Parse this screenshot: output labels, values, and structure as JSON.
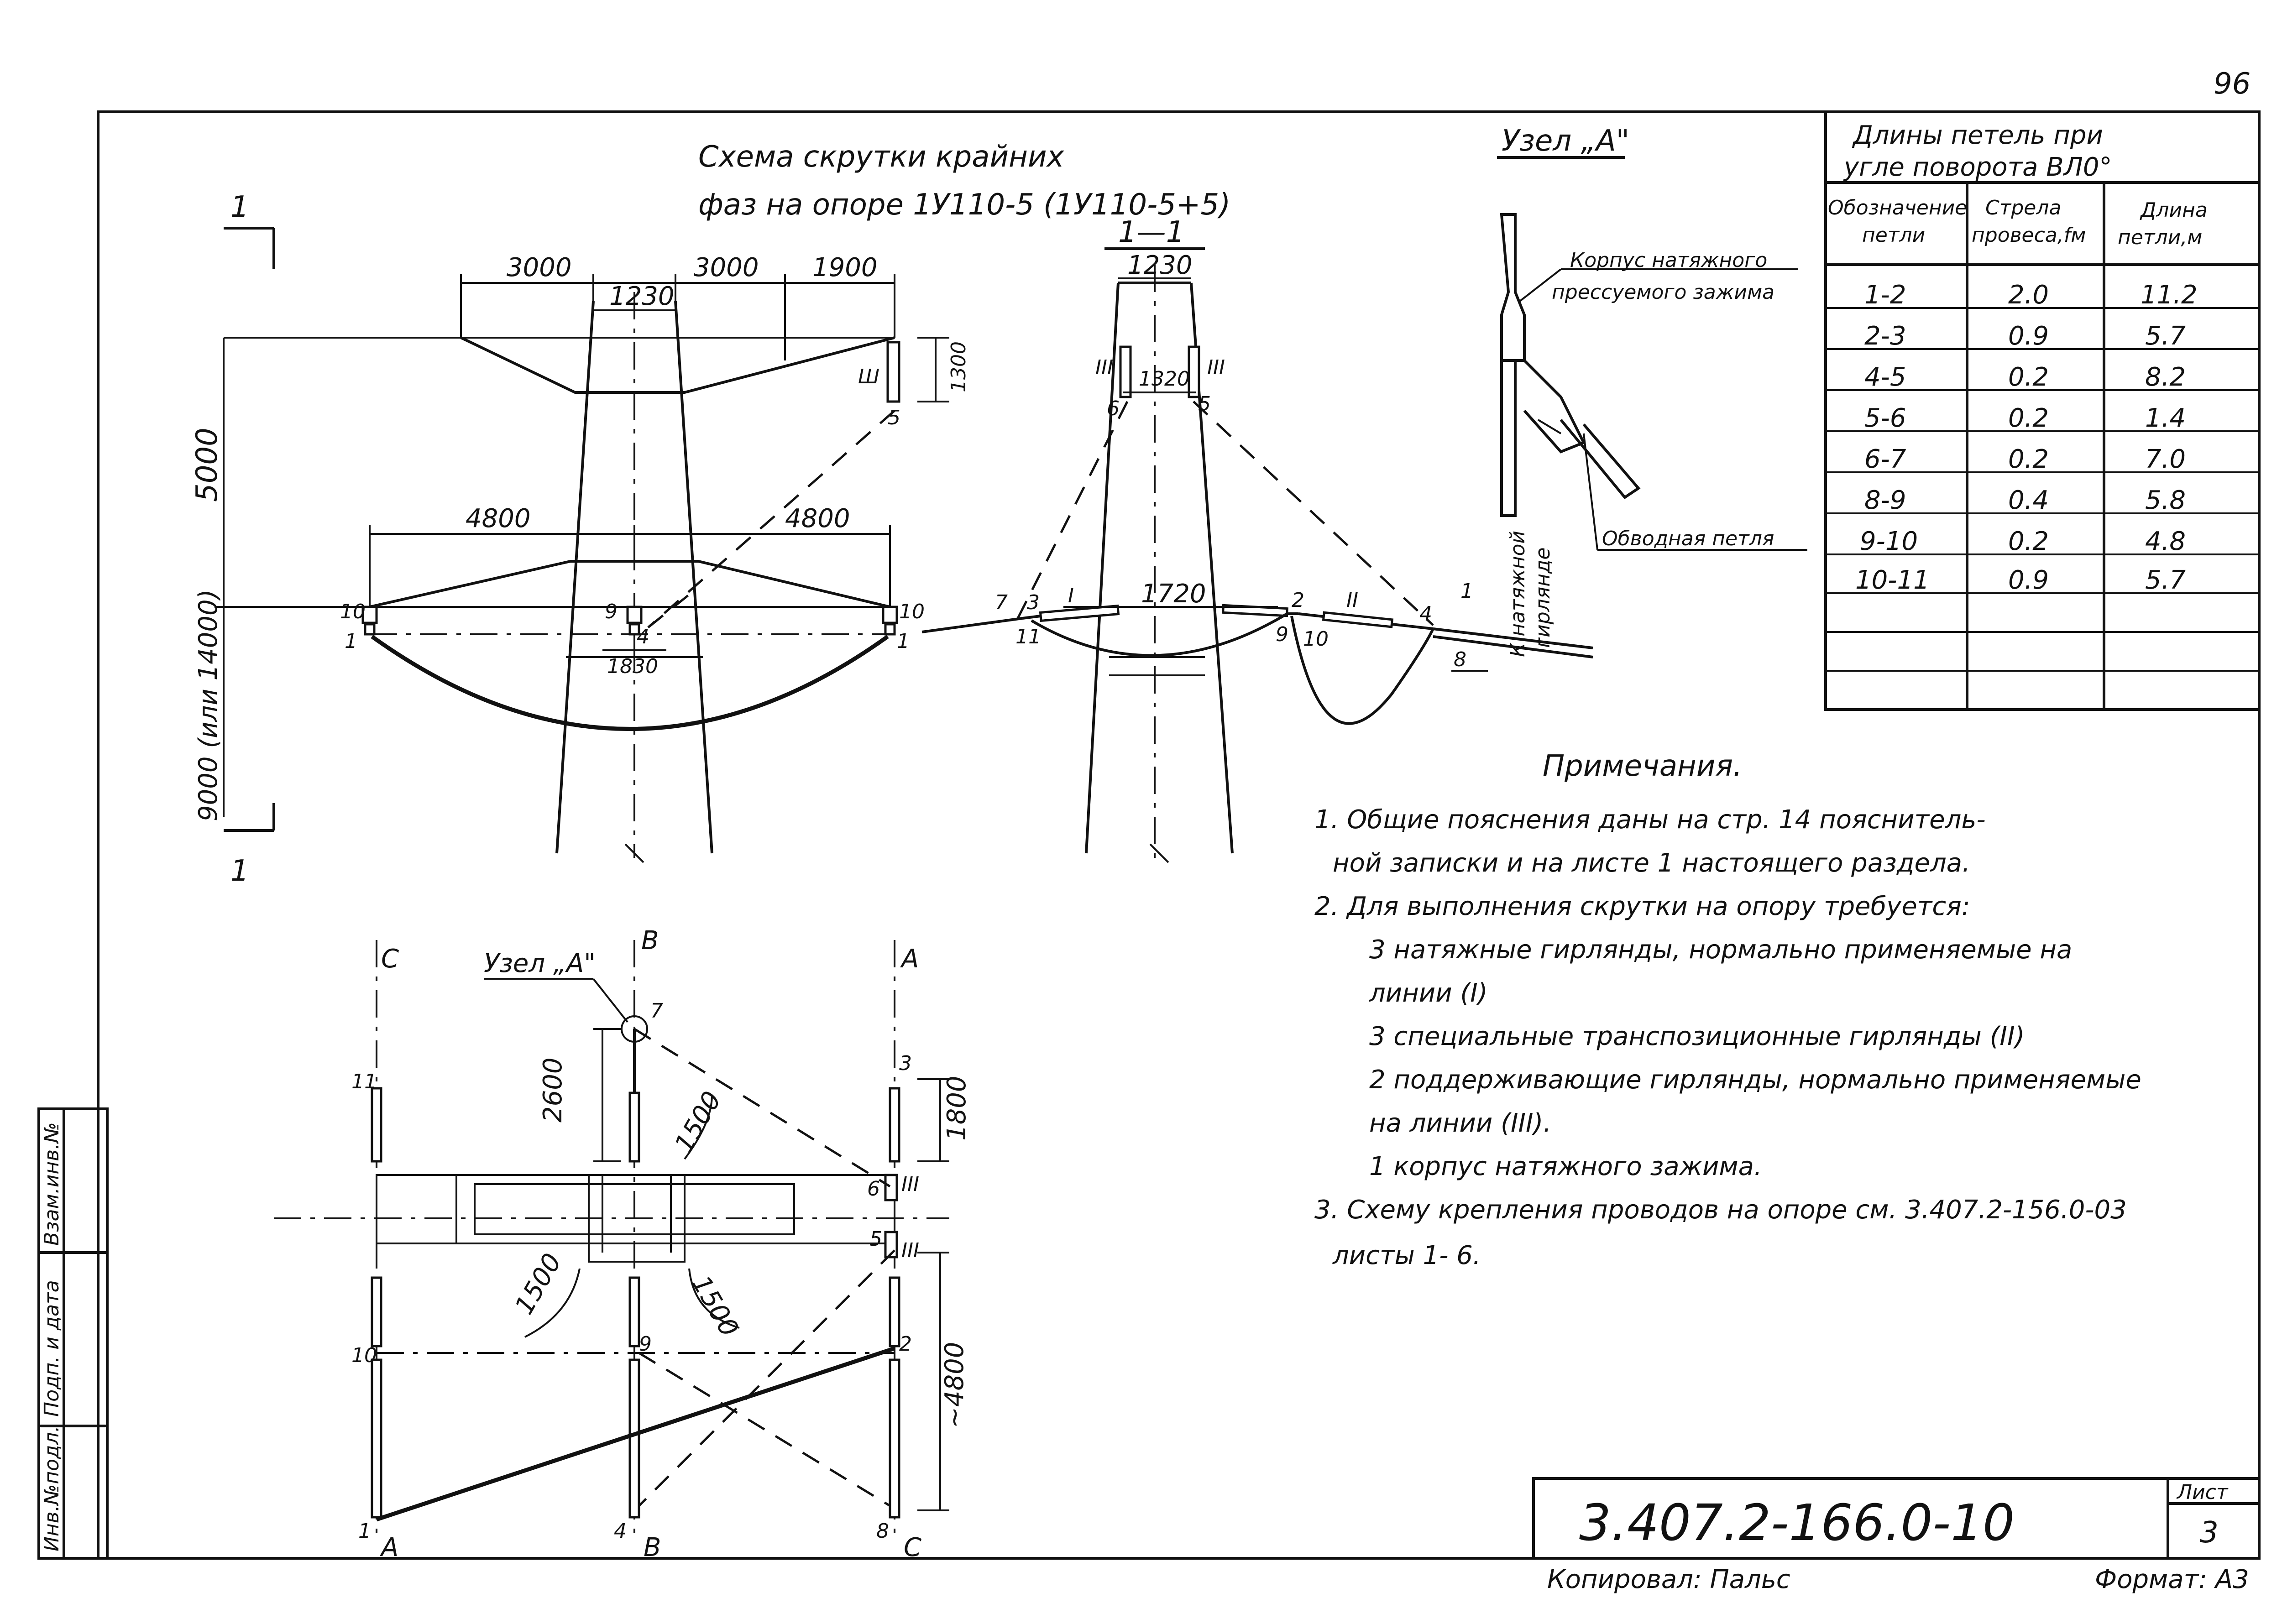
{
  "page_number": "96",
  "title": {
    "line1": "Схема   скрутки  крайних",
    "line2": "фаз  на  опоре  1У110-5 (1У110-5+5)"
  },
  "section_mark": "1",
  "section_title": "1—1",
  "node_title": "Узел „А\"",
  "node_label_plan": "Узел „А\"",
  "node_callouts": {
    "body": "Корпус натяжного",
    "body2": "прессуемого зажима",
    "loop": "Обводная петля",
    "to_string1": "К натяжной",
    "to_string2": "гирлянде"
  },
  "elevation_dims": {
    "top1": "3000",
    "top2": "3000",
    "top3": "1900",
    "top_mid": "1230",
    "height_upper": "5000",
    "height_lower": "9000 (или 14000)",
    "ins_len": "1300",
    "lower1": "4800",
    "lower2": "4800",
    "mid_low": "1830"
  },
  "elevation_points": [
    "10",
    "1",
    "9",
    "4",
    "10",
    "1",
    "5",
    "Ш"
  ],
  "section_dims": {
    "top": "1230",
    "mid": "1320",
    "base": "1720"
  },
  "section_points": [
    "6",
    "5",
    "7",
    "3",
    "11",
    "2",
    "9",
    "10",
    "4",
    "1",
    "8",
    "III",
    "III",
    "I",
    "II"
  ],
  "plan_phases": {
    "c_top": "C",
    "b_top": "B",
    "a_top": "A",
    "a_bot": "A",
    "b_bot": "B",
    "c_bot": "C"
  },
  "plan_dims": {
    "d2600": "2600",
    "d1800": "1800",
    "d1500a": "1500",
    "d1500b": "1500",
    "d1500c": "1500",
    "d4800": "~4800"
  },
  "plan_points": [
    "11",
    "7",
    "3",
    "6",
    "5",
    "10",
    "9",
    "2",
    "1",
    "4",
    "8"
  ],
  "table": {
    "title1": "Длины  петель  при",
    "title2": "угле  поворота  ВЛ0°",
    "col1": [
      "Обозначение",
      "петли"
    ],
    "col2": [
      "Стрела",
      "провеса,fм"
    ],
    "col3": [
      "Длина",
      "петли,м"
    ],
    "rows": [
      [
        "1-2",
        "2.0",
        "11.2"
      ],
      [
        "2-3",
        "0.9",
        "5.7"
      ],
      [
        "4-5",
        "0.2",
        "8.2"
      ],
      [
        "5-6",
        "0.2",
        "1.4"
      ],
      [
        "6-7",
        "0.2",
        "7.0"
      ],
      [
        "8-9",
        "0.4",
        "5.8"
      ],
      [
        "9-10",
        "0.2",
        "4.8"
      ],
      [
        "10-11",
        "0.9",
        "5.7"
      ],
      [
        "",
        "",
        ""
      ],
      [
        "",
        "",
        ""
      ]
    ]
  },
  "notes": {
    "title": "Примечания.",
    "lines": [
      "1. Общие  пояснения  даны  на  стр.  14       пояснитель-",
      "ной  записки  и  на  листе 1  настоящего  раздела.",
      "2. Для  выполнения  скрутки  на  опору  требуется:",
      "3  натяжные  гирлянды,  нормально  применяемые  на",
      "линии (I)",
      "3  специальные  транспозиционные  гирлянды (II)",
      "2  поддерживающие  гирлянды,  нормально  применяемые",
      "на  линии (III).",
      "1  корпус  натяжного  зажима.",
      "3. Схему  крепления  проводов  на  опоре см. 3.407.2-156.0-03",
      "листы 1- 6."
    ]
  },
  "stamp": {
    "labels": [
      "Инв.№подл.",
      "Подп. и дата",
      "Взам.инв.№"
    ],
    "doc_number": "3.407.2-166.0-10",
    "sheet_label": "Лист",
    "sheet_number": "3"
  },
  "footer": {
    "copied": "Копировал: Пальс",
    "format": "Формат: А3"
  }
}
